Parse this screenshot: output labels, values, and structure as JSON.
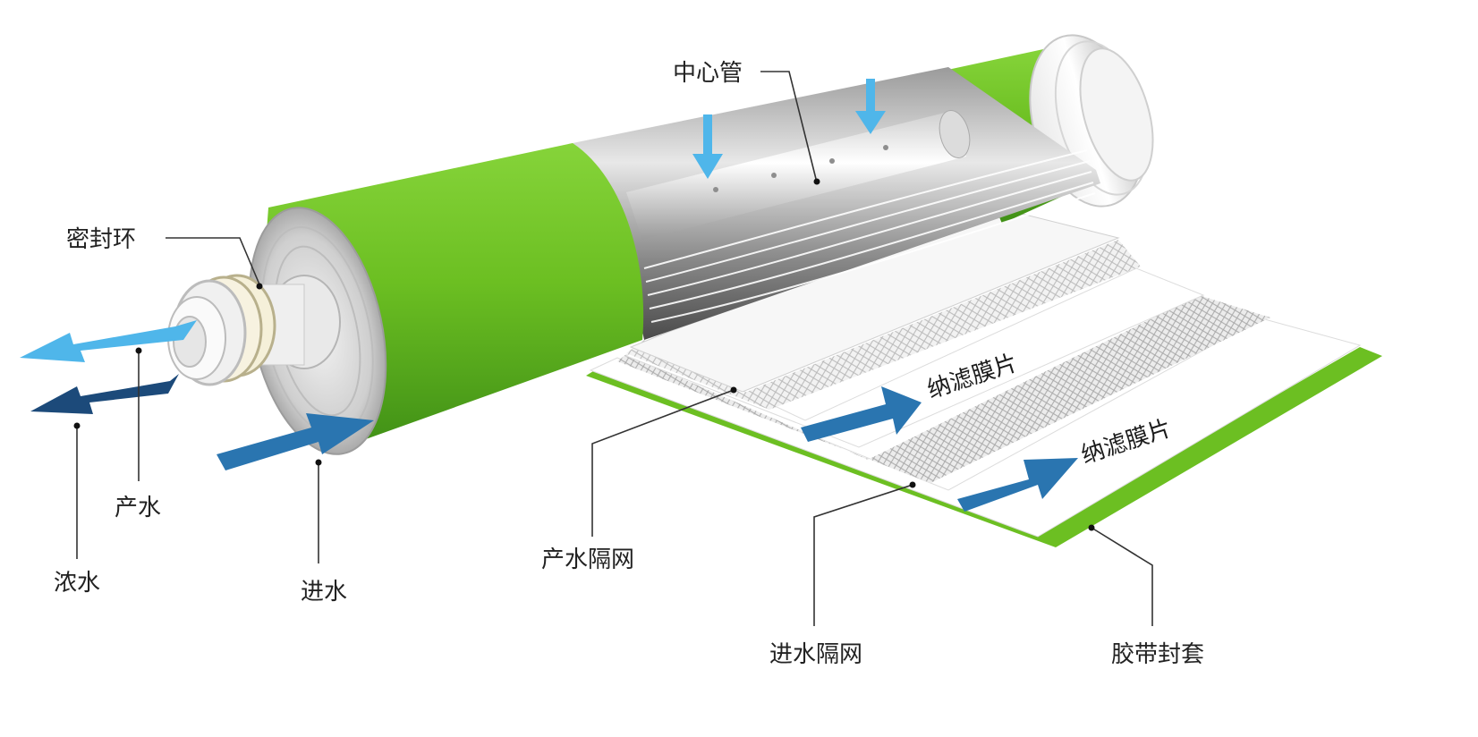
{
  "labels": {
    "center_tube": "中心管",
    "seal_ring": "密封环",
    "concentrate": "浓水",
    "product_water": "产水",
    "feed_water": "进水",
    "product_spacer": "产水隔网",
    "feed_spacer": "进水隔网",
    "tape_wrap": "胶带封套",
    "nf_sheet_upper": "纳滤膜片",
    "nf_sheet_lower": "纳滤膜片"
  },
  "colors": {
    "housing_green": "#6cbf22",
    "housing_dark_green": "#3f8f16",
    "arrow_light_blue": "#4fb6ea",
    "arrow_mid_blue": "#2a75b0",
    "arrow_dark_blue": "#1c4a7a",
    "core_grey": "#bdbdbd"
  },
  "icons": {
    "feed_arrow": "arrow-right-icon",
    "product_arrow": "arrow-left-icon",
    "concentrate_arrow": "arrow-left-icon",
    "inflow_arrow": "arrow-down-icon"
  }
}
